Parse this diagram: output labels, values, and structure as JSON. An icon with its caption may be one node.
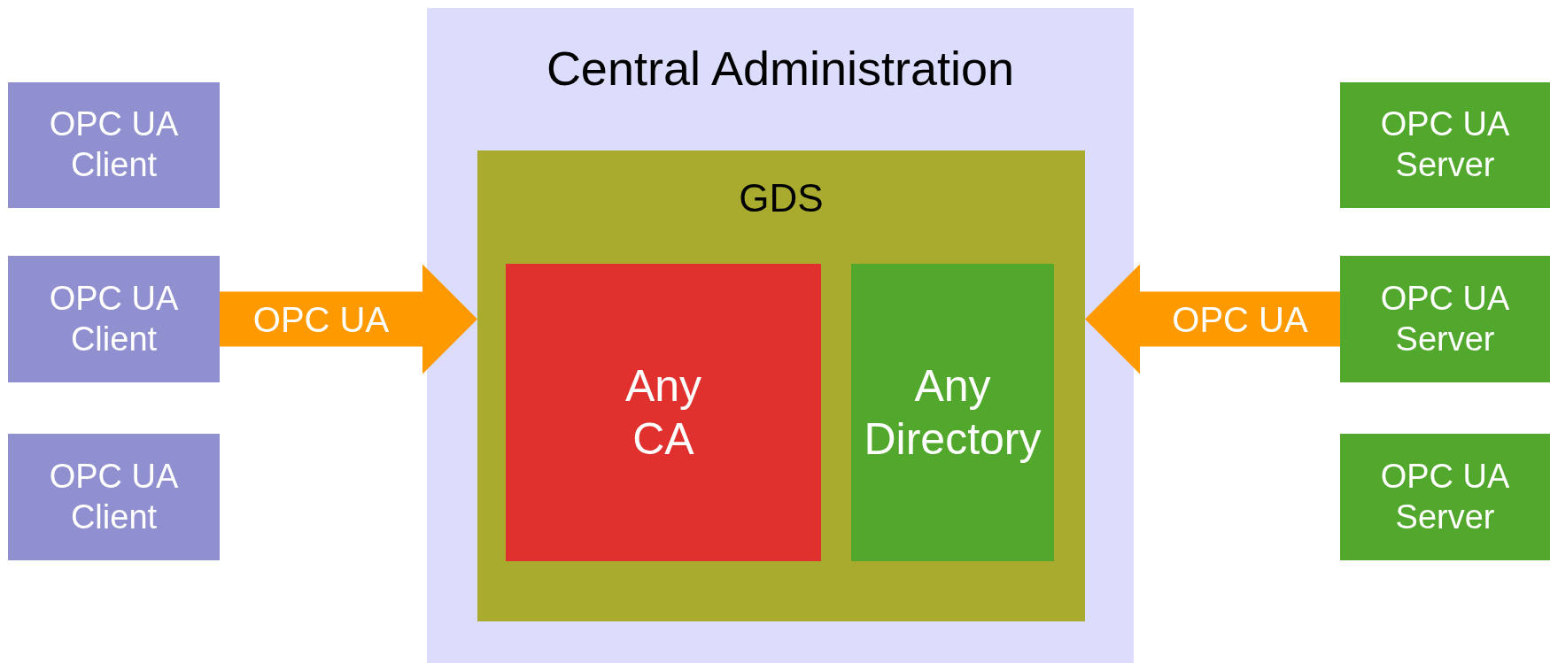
{
  "diagram": {
    "nodes": [
      {
        "text": [
          "OPC UA Client"
        ]
      },
      {
        "text": [
          "OPC UA Client"
        ]
      },
      {
        "text": [
          "OPC UA Client"
        ]
      },
      {
        "text": [
          "Central Administration"
        ]
      },
      {
        "text": [
          "GDS"
        ],
        "in": 3
      },
      {
        "text": [
          "Any CA"
        ],
        "in": 4
      },
      {
        "text": [
          "Any Directory"
        ],
        "in": 4
      },
      {
        "text": [
          "OPC UA Server"
        ]
      },
      {
        "text": [
          "OPC UA Server"
        ]
      },
      {
        "text": [
          "OPC UA Server"
        ]
      }
    ],
    "edges": [
      {
        "from": 1,
        "to": 4,
        "arrow": "to",
        "label": "OPC UA",
        "style": "thick",
        "color": "#ff9900"
      },
      {
        "from": 8,
        "to": 4,
        "arrow": "to",
        "label": "OPC UA",
        "style": "thick",
        "color": "#ff9900"
      }
    ]
  }
}
